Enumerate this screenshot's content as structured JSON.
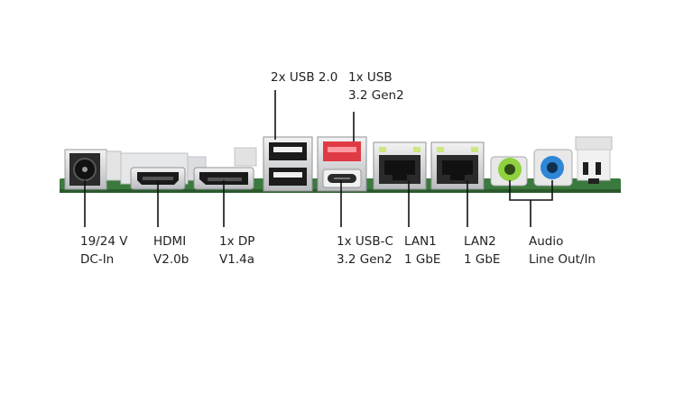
{
  "labels": {
    "dc_in": {
      "line1": "19/24 V",
      "line2": "DC-In"
    },
    "hdmi": {
      "line1": "HDMI",
      "line2": "V2.0b"
    },
    "dp": {
      "line1": "1x DP",
      "line2": "V1.4a"
    },
    "usb2": {
      "line1": "2x USB 2.0"
    },
    "usb32": {
      "line1": "1x USB",
      "line2": "3.2 Gen2"
    },
    "usbc": {
      "line1": "1x USB-C",
      "line2": "3.2 Gen2"
    },
    "lan1": {
      "line1": "LAN1",
      "line2": "1 GbE"
    },
    "lan2": {
      "line1": "LAN2",
      "line2": "1 GbE"
    },
    "audio": {
      "line1": "Audio",
      "line2": "Line Out/In"
    }
  },
  "colors": {
    "pcb": "#3b7a3d",
    "metal": "#d9dadc",
    "usb3_red": "#e03a45",
    "audio_green": "#8fd13f",
    "audio_blue": "#2e86d6",
    "leader": "#111111"
  }
}
